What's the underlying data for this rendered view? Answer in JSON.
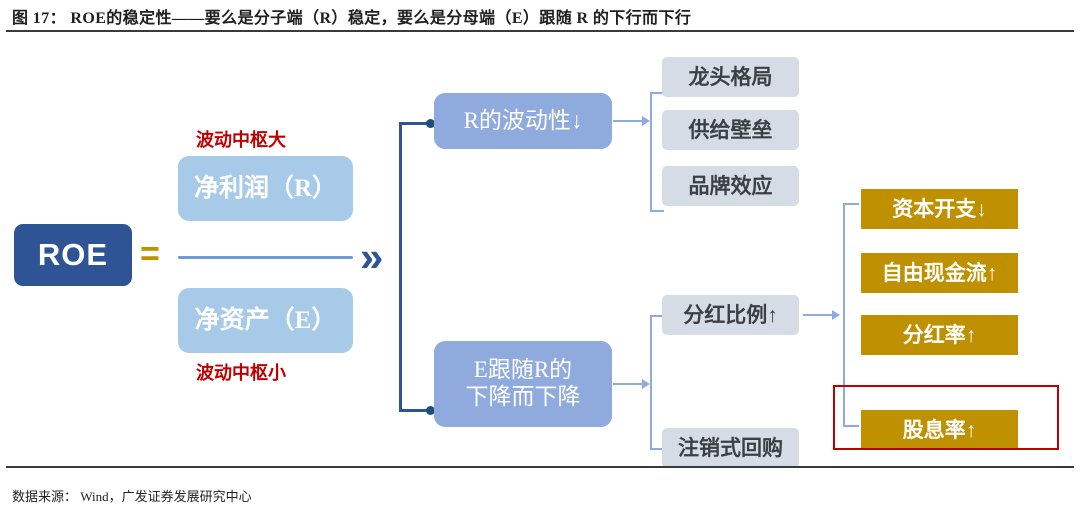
{
  "header": {
    "title": "图 17： ROE的稳定性——要么是分子端（R）稳定，要么是分母端（E）跟随 R 的下行而下行"
  },
  "footer": {
    "source": "数据来源： Wind，广发证券发展研究中心"
  },
  "colors": {
    "roe_box": "#2E5496",
    "fraction_box": "#A7CAE8",
    "mid_box": "#8FAADC",
    "gray_box": "#D6DCE5",
    "gold_box": "#BF9000",
    "red_text": "#C00000",
    "red_highlight": "#C00000",
    "connector_dark": "#1F4E79",
    "connector_light": "#8FAADC"
  },
  "diagram": {
    "type": "flow-tree",
    "root": {
      "label": "ROE"
    },
    "equals_sign": "=",
    "chevron": "»",
    "fraction": {
      "numerator": {
        "label": "净利润（R）",
        "annotation": "波动中枢大"
      },
      "denominator": {
        "label": "净资产（E）",
        "annotation": "波动中枢小"
      }
    },
    "branches": [
      {
        "id": "branch-r",
        "label": "R的波动性↓",
        "children": [
          {
            "label": "龙头格局"
          },
          {
            "label": "供给壁垒"
          },
          {
            "label": "品牌效应"
          }
        ]
      },
      {
        "id": "branch-e",
        "label_line1": "E跟随R的",
        "label_line2": "下降而下降",
        "children": [
          {
            "label": "分红比例↑",
            "has_outflow": true
          },
          {
            "label": "注销式回购",
            "has_outflow": false
          }
        ]
      }
    ],
    "outcomes": [
      {
        "label": "资本开支↓",
        "highlighted": false
      },
      {
        "label": "自由现金流↑",
        "highlighted": false
      },
      {
        "label": "分红率↑",
        "highlighted": false
      },
      {
        "label": "股息率↑",
        "highlighted": true
      }
    ]
  }
}
